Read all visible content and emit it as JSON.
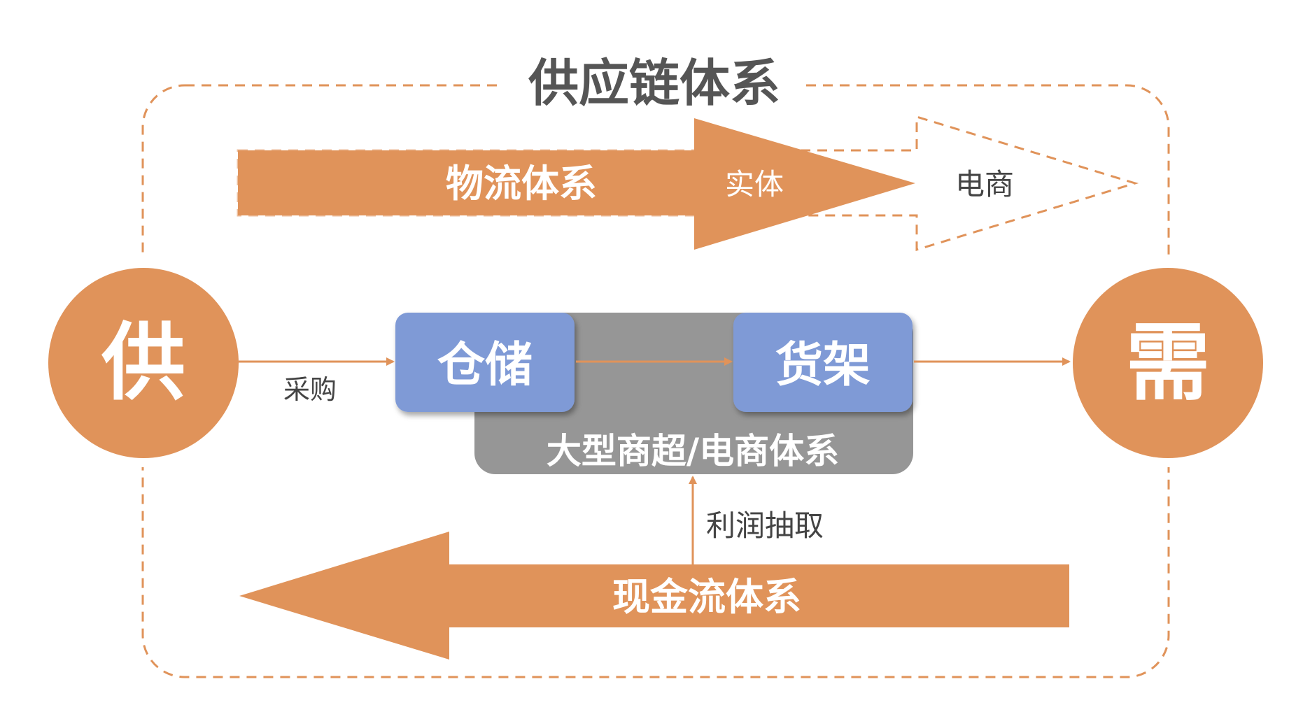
{
  "diagram": {
    "title": "供应链体系",
    "supply_label": "供",
    "demand_label": "需",
    "logistics": {
      "label": "物流体系",
      "physical_label": "实体",
      "ecommerce_label": "电商"
    },
    "procurement_label": "采购",
    "warehouse_label": "仓储",
    "shelf_label": "货架",
    "retailer_label": "大型商超/电商体系",
    "profit_label": "利润抽取",
    "cashflow_label": "现金流体系"
  },
  "colors": {
    "accent": "#E0935A",
    "node_blue": "#7F9AD6",
    "retailer_gray": "#969696",
    "title_gray": "#555555",
    "text_gray": "#444444"
  }
}
